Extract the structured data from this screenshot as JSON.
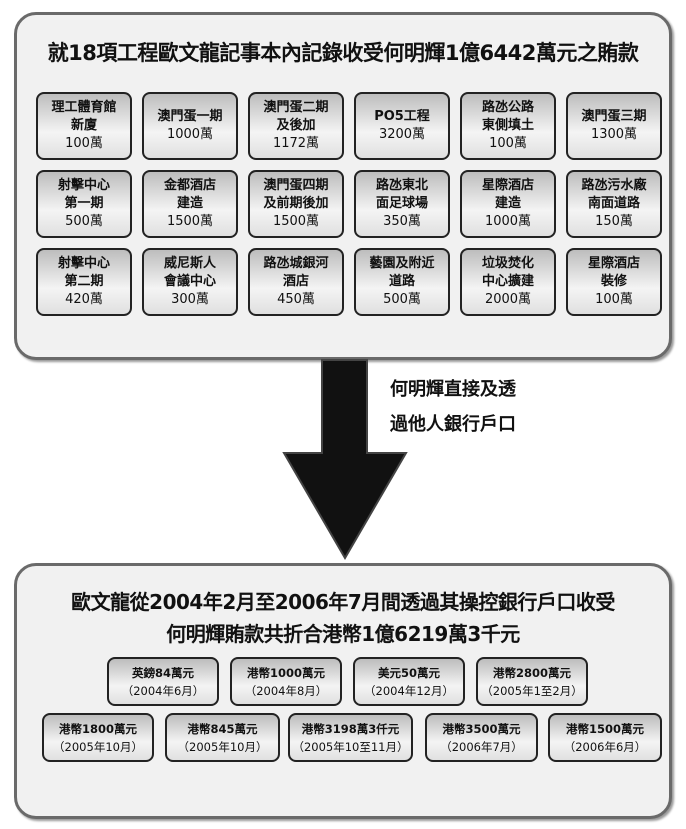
{
  "top": {
    "title": "就18項工程歐文龍記事本內記錄收受何明輝1億6442萬元之賄款",
    "items": [
      {
        "name": "理工體育館\n新廈",
        "amount": "100萬"
      },
      {
        "name": "澳門蛋一期",
        "amount": "1000萬"
      },
      {
        "name": "澳門蛋二期\n及後加",
        "amount": "1172萬"
      },
      {
        "name": "PO5工程",
        "amount": "3200萬"
      },
      {
        "name": "路氹公路\n東側填土",
        "amount": "100萬"
      },
      {
        "name": "澳門蛋三期",
        "amount": "1300萬"
      },
      {
        "name": "射擊中心\n第一期",
        "amount": "500萬"
      },
      {
        "name": "金都酒店\n建造",
        "amount": "1500萬"
      },
      {
        "name": "澳門蛋四期\n及前期後加",
        "amount": "1500萬"
      },
      {
        "name": "路氹東北\n面足球場",
        "amount": "350萬"
      },
      {
        "name": "星際酒店\n建造",
        "amount": "1000萬"
      },
      {
        "name": "路氹污水廠\n南面道路",
        "amount": "150萬"
      },
      {
        "name": "射擊中心\n第二期",
        "amount": "420萬"
      },
      {
        "name": "威尼斯人\n會議中心",
        "amount": "300萬"
      },
      {
        "name": "路氹城銀河\n酒店",
        "amount": "450萬"
      },
      {
        "name": "藝園及附近\n道路",
        "amount": "500萬"
      },
      {
        "name": "垃圾焚化\n中心擴建",
        "amount": "2000萬"
      },
      {
        "name": "星際酒店\n裝修",
        "amount": "100萬"
      }
    ]
  },
  "arrow": {
    "line1": "何明輝直接及透",
    "line2": "過他人銀行戶口"
  },
  "bottom": {
    "title1": "歐文龍從2004年2月至2006年7月間透過其操控銀行戶口收受",
    "title2": "何明輝賄款共折合港幣1億6219萬3千元",
    "items": [
      {
        "amount": "英鎊84萬元",
        "date": "（2004年6月）"
      },
      {
        "amount": "港幣1000萬元",
        "date": "（2004年8月）"
      },
      {
        "amount": "美元50萬元",
        "date": "（2004年12月）"
      },
      {
        "amount": "港幣2800萬元",
        "date": "（2005年1至2月）"
      },
      {
        "amount": "港幣1800萬元",
        "date": "（2005年10月）"
      },
      {
        "amount": "港幣845萬元",
        "date": "（2005年10月）"
      },
      {
        "amount": "港幣3198萬3仟元",
        "date": "（2005年10至11月）"
      },
      {
        "amount": "港幣3500萬元",
        "date": "（2006年7月）"
      },
      {
        "amount": "港幣1500萬元",
        "date": "（2006年6月）"
      }
    ]
  }
}
